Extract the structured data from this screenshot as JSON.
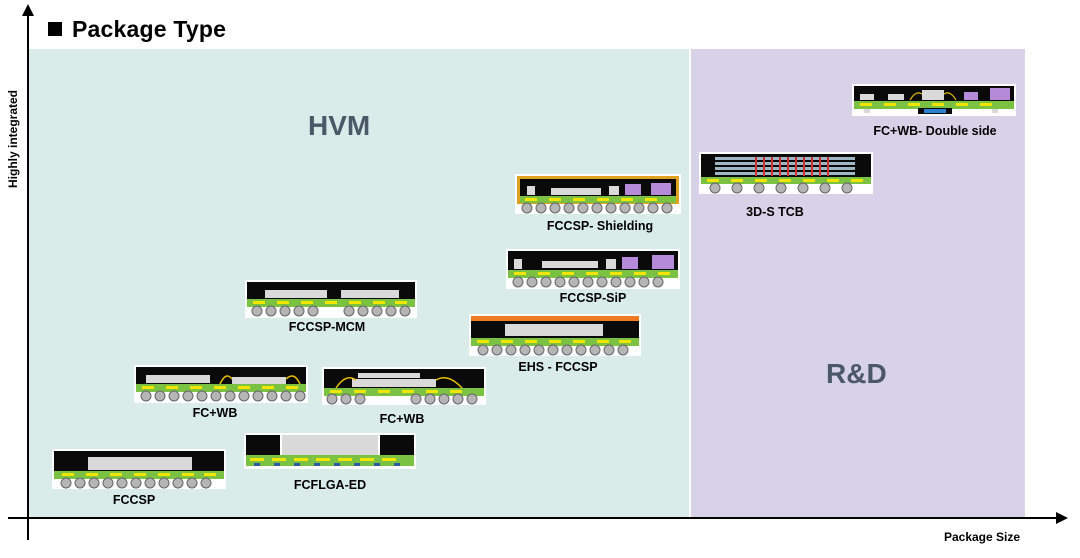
{
  "title": "Package Type",
  "axes": {
    "y_label": "Highly integrated",
    "x_label": "Package Size"
  },
  "regions": [
    {
      "id": "hvm",
      "label": "HVM",
      "color": "#d9ecea"
    },
    {
      "id": "rd",
      "label": "R&D",
      "color": "#d8d2e8"
    }
  ],
  "packages": [
    {
      "id": "fccsp",
      "label": "FCCSP",
      "region": "HVM"
    },
    {
      "id": "fcflga-ed",
      "label": "FCFLGA-ED",
      "region": "HVM"
    },
    {
      "id": "fc-wb-1",
      "label": "FC+WB",
      "region": "HVM"
    },
    {
      "id": "fc-wb-2",
      "label": "FC+WB",
      "region": "HVM"
    },
    {
      "id": "fccsp-mcm",
      "label": "FCCSP-MCM",
      "region": "HVM"
    },
    {
      "id": "ehs-fccsp",
      "label": "EHS - FCCSP",
      "region": "HVM"
    },
    {
      "id": "fccsp-sip",
      "label": "FCCSP-SiP",
      "region": "HVM"
    },
    {
      "id": "fccsp-shielding",
      "label": "FCCSP- Shielding",
      "region": "HVM"
    },
    {
      "id": "3d-s-tcb",
      "label": "3D-S TCB",
      "region": "R&D"
    },
    {
      "id": "fc-wb-double-side",
      "label": "FC+WB- Double side",
      "region": "R&D"
    }
  ],
  "colors": {
    "substrate_green": "#7cc242",
    "substrate_yellow": "#f2e600",
    "mold": "#0a0a0a",
    "die": "#d9d9d9",
    "ball": "#b5b5b5",
    "shield": "#e0a020",
    "heat_spreader": "#f07a20",
    "passive": "#b58ad8",
    "tsv": "#d03030"
  }
}
